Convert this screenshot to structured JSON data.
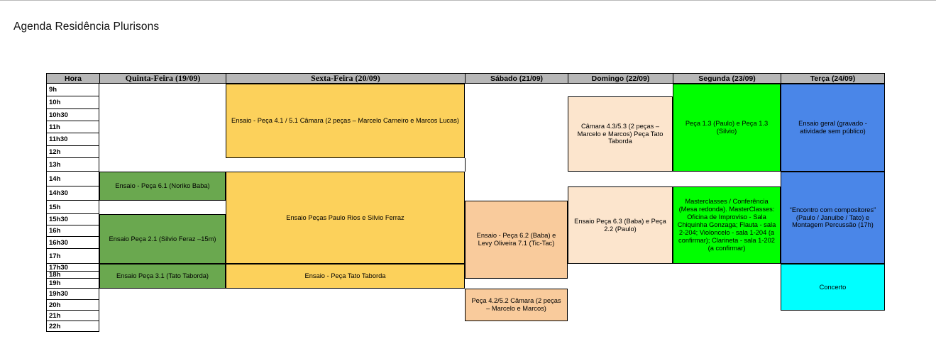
{
  "page": {
    "title": "Agenda Residência Plurisons"
  },
  "table": {
    "time_header": "Hora",
    "days": [
      "Quinta-Feira (19/09)",
      "Sexta-Feira (20/09)",
      "Sábado (21/09)",
      "Domingo (22/09)",
      "Segunda (23/09)",
      "Terça (24/09)"
    ],
    "times": [
      "9h",
      "10h",
      "10h30",
      "11h",
      "11h30",
      "12h",
      "13h",
      "14h",
      "14h30",
      "15h",
      "15h30",
      "16h",
      "16h30",
      "17h",
      "17h30",
      "18h",
      "19h",
      "19h30",
      "20h",
      "21h",
      "22h"
    ],
    "colors": {
      "header_bg": "#b7b7b7",
      "quinta_green": "#6aa84f",
      "sexta_yellow": "#fcd15b",
      "sabado_orange": "#f9cb9c",
      "domingo_peach": "#fce5cd",
      "segunda_green": "#00ff00",
      "terca_blue": "#4a86e8",
      "concerto_cyan": "#00ffff"
    },
    "events": [
      {
        "day": 0,
        "label": "Ensaio - Peça 6.1 (Noriko Baba)",
        "start_time": "14h",
        "end_time": "15h",
        "row": 8,
        "span": 2,
        "color": "#6aa84f"
      },
      {
        "day": 0,
        "label": "Ensaio Peça 2.1 (Silvio Feraz –15m)",
        "start_time": "15h30",
        "end_time": "17h30",
        "row": 11,
        "span": 4,
        "color": "#6aa84f"
      },
      {
        "day": 0,
        "label": "Ensaio Peça 3.1 (Tato Taborda)",
        "start_time": "17h30",
        "end_time": "19h30",
        "row": 15,
        "span": 3,
        "color": "#6aa84f"
      },
      {
        "day": 1,
        "label": "Ensaio - Peça 4.1 / 5.1 Câmara (2 peças – Marcelo Carneiro e Marcos Lucas)",
        "start_time": "9h",
        "end_time": "13h",
        "row": 1,
        "span": 6,
        "color": "#fcd15b"
      },
      {
        "day": 1,
        "label": "Ensaio Peças Paulo Rios e Silvio Ferraz",
        "start_time": "14h",
        "end_time": "17h30",
        "row": 8,
        "span": 7,
        "color": "#fcd15b"
      },
      {
        "day": 1,
        "label": "Ensaio - Peça Tato Taborda",
        "start_time": "17h30",
        "end_time": "19h30",
        "row": 15,
        "span": 3,
        "color": "#fcd15b"
      },
      {
        "day": 2,
        "label": "Ensaio - Peça 6.2 (Baba) e Levy Oliveira 7.1 (Tic-Tac)",
        "start_time": "15h",
        "end_time": "19h",
        "row": 10,
        "span": 7,
        "color": "#f9cb9c"
      },
      {
        "day": 2,
        "label": "Peça 4.2/5.2 Câmara (2 peças – Marcelo e Marcos)",
        "start_time": "19h30",
        "end_time": "22h",
        "row": 18,
        "span": 3,
        "color": "#f9cb9c"
      },
      {
        "day": 3,
        "label": "Câmara 4.3/5.3 (2 peças – Marcelo e Marcos) Peça Tato Taborda",
        "start_time": "10h",
        "end_time": "14h",
        "row": 2,
        "span": 6,
        "color": "#fce5cd"
      },
      {
        "day": 3,
        "label": "Ensaio Peça 6.3 (Baba) e Peça 2.2 (Paulo)",
        "start_time": "14h30",
        "end_time": "17h30",
        "row": 9,
        "span": 6,
        "color": "#fce5cd"
      },
      {
        "day": 4,
        "label": "Peça 1.3 (Paulo) e Peça 1.3 (Silvio)",
        "start_time": "9h",
        "end_time": "14h",
        "row": 1,
        "span": 7,
        "color": "#00ff00"
      },
      {
        "day": 4,
        "label": "Masterclasses / Conferência (Mesa redonda). MasterClasses: Oficina de Improviso - Sala Chiquinha Gonzaga; Flauta - sala 2-204; Violoncelo - sala 1-204 (a confirmar); Clarineta - sala 1-202 (a confirmar)",
        "start_time": "14h30",
        "end_time": "17h30",
        "row": 9,
        "span": 6,
        "color": "#00ff00"
      },
      {
        "day": 5,
        "label": "Ensaio geral (gravado - atividade sem público)",
        "start_time": "9h",
        "end_time": "14h",
        "row": 1,
        "span": 7,
        "color": "#4a86e8"
      },
      {
        "day": 5,
        "label": "“Encontro com compositores” (Paulo / Januibe / Tato) e Montagem Percussão (17h)",
        "start_time": "14h",
        "end_time": "17h30",
        "row": 8,
        "span": 7,
        "color": "#4a86e8"
      },
      {
        "day": 5,
        "label": "Concerto",
        "start_time": "17h30",
        "end_time": "20h30",
        "row": 15,
        "span": 5,
        "color": "#00ffff"
      }
    ]
  }
}
